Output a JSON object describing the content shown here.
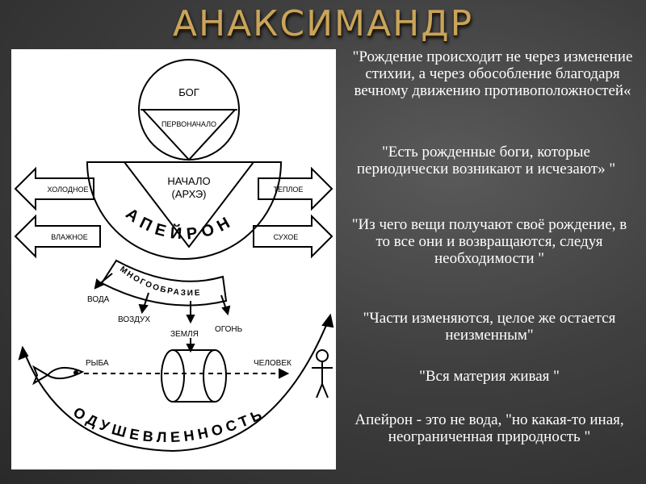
{
  "title": "АНАКСИМАНДР",
  "diagram": {
    "god": "БОГ",
    "first_principle": "ПЕРВОНАЧАЛО",
    "origin_line1": "НАЧАЛО",
    "origin_line2": "(АРХЭ)",
    "apeiron": "АПЕЙРОН",
    "cold": "ХОЛОДНОЕ",
    "warm": "ТЕПЛОЕ",
    "wet": "ВЛАЖНОЕ",
    "dry": "СУХОЕ",
    "diversity": "МНОГООБРАЗИЕ",
    "water": "ВОДА",
    "air": "ВОЗДУХ",
    "earth": "ЗЕМЛЯ",
    "fire": "ОГОНЬ",
    "fish": "РЫБА",
    "human": "ЧЕЛОВЕК",
    "animation": "ОДУШЕВЛЕННОСТЬ"
  },
  "quotes": [
    "\"Рождение происходит не через изменение стихии, а через обособление благодаря вечному движению противоположностей«",
    "\"Есть рожденные боги, которые периодически возникают и исчезают» \"",
    "\"Из чего вещи получают своё рождение, в то все они и возвращаются, следуя необходимости \"",
    "\"Части изменяются, целое же остается неизменным\"",
    "\"Вся материя живая \"",
    "Апейрон - это не вода, \"но какая-то иная, неограниченная природность \""
  ]
}
